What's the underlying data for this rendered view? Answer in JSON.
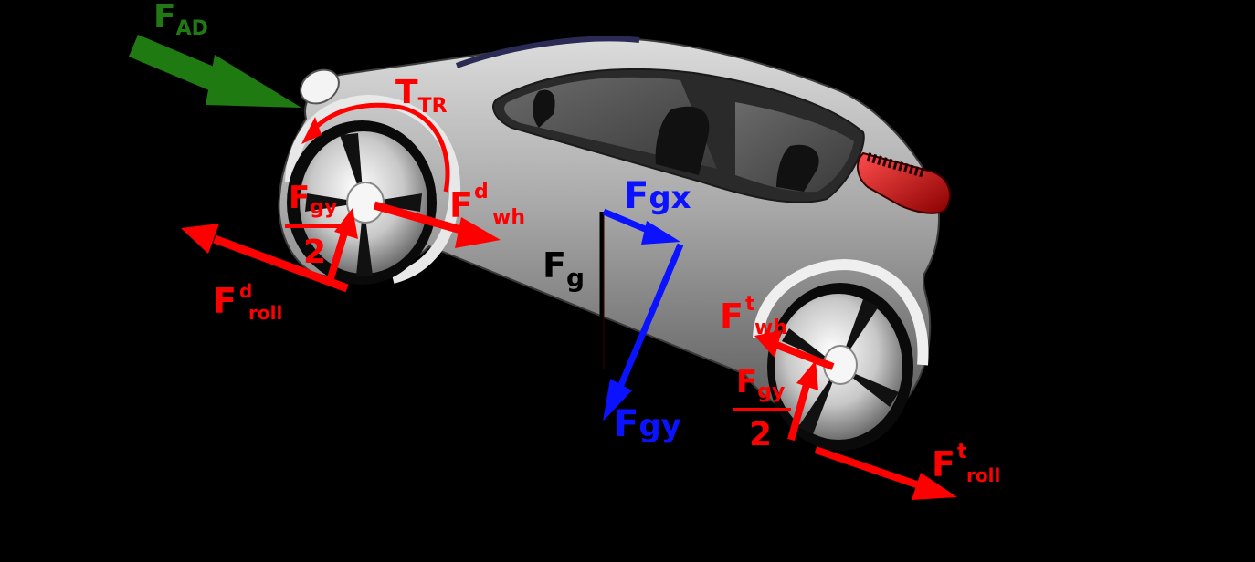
{
  "colors": {
    "background": "#000000",
    "car_body": "#a6a6a6",
    "wheel_force": "#ff0000",
    "gravity_components": "#0a12ff",
    "gravity": "#000000",
    "aerodynamic": "#1f7a12"
  },
  "labels": {
    "aero": {
      "main": "F",
      "sub": "AD"
    },
    "torque": {
      "main": "T",
      "sub": "TR"
    },
    "front_wheel": {
      "main": "F",
      "sup": "d",
      "sub": "wh"
    },
    "front_roll": {
      "main": "F",
      "sup": "d",
      "sub": "roll"
    },
    "front_half_gy": {
      "num_main": "F",
      "num_sub": "gy",
      "den": "2"
    },
    "gravity": {
      "main": "F",
      "sub": "g"
    },
    "gravity_x": {
      "main": "F",
      "sub": "gx"
    },
    "gravity_y": {
      "main": "F",
      "sub": "gy"
    },
    "rear_wheel": {
      "main": "F",
      "sup": "t",
      "sub": "wh"
    },
    "rear_roll": {
      "main": "F",
      "sup": "t",
      "sub": "roll"
    },
    "rear_half_gy": {
      "num_main": "F",
      "num_sub": "gy",
      "den": "2"
    }
  }
}
